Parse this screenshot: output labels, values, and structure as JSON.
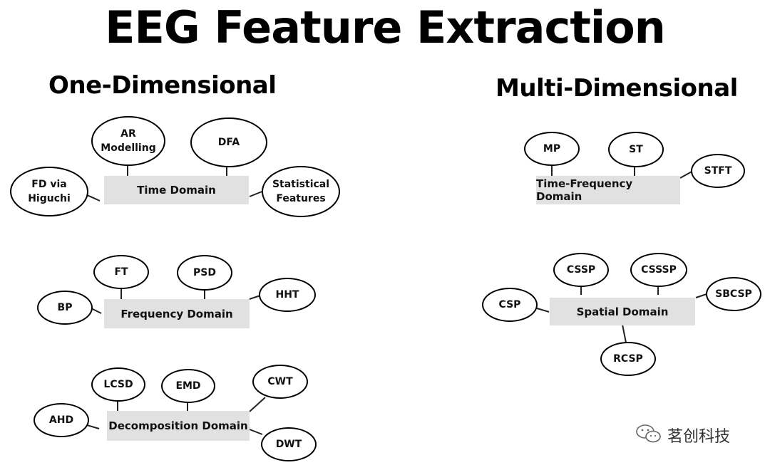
{
  "title": "EEG Feature Extraction",
  "one_dimensional": {
    "heading": "One-Dimensional",
    "time_domain": {
      "label": "Time Domain",
      "nodes": {
        "ar_modelling": [
          "AR",
          "Modelling"
        ],
        "dfa": "DFA",
        "fd_higuchi": [
          "FD via",
          "Higuchi"
        ],
        "statistical_features": [
          "Statistical",
          "Features"
        ]
      }
    },
    "frequency_domain": {
      "label": "Frequency Domain",
      "nodes": {
        "ft": "FT",
        "psd": "PSD",
        "bp": "BP",
        "hht": "HHT"
      }
    },
    "decomposition_domain": {
      "label": "Decomposition Domain",
      "nodes": {
        "lcsd": "LCSD",
        "emd": "EMD",
        "cwt": "CWT",
        "ahd": "AHD",
        "dwt": "DWT"
      }
    }
  },
  "multi_dimensional": {
    "heading": "Multi-Dimensional",
    "time_frequency_domain": {
      "label": "Time-Frequency Domain",
      "nodes": {
        "mp": "MP",
        "st": "ST",
        "stft": "STFT"
      }
    },
    "spatial_domain": {
      "label": "Spatial Domain",
      "nodes": {
        "cssp": "CSSP",
        "csssp": "CSSSP",
        "csp": "CSP",
        "sbcsp": "SBCSP",
        "rcsp": "RCSP"
      }
    }
  },
  "watermark": {
    "text": "茗创科技",
    "icon": "wechat-icon"
  }
}
